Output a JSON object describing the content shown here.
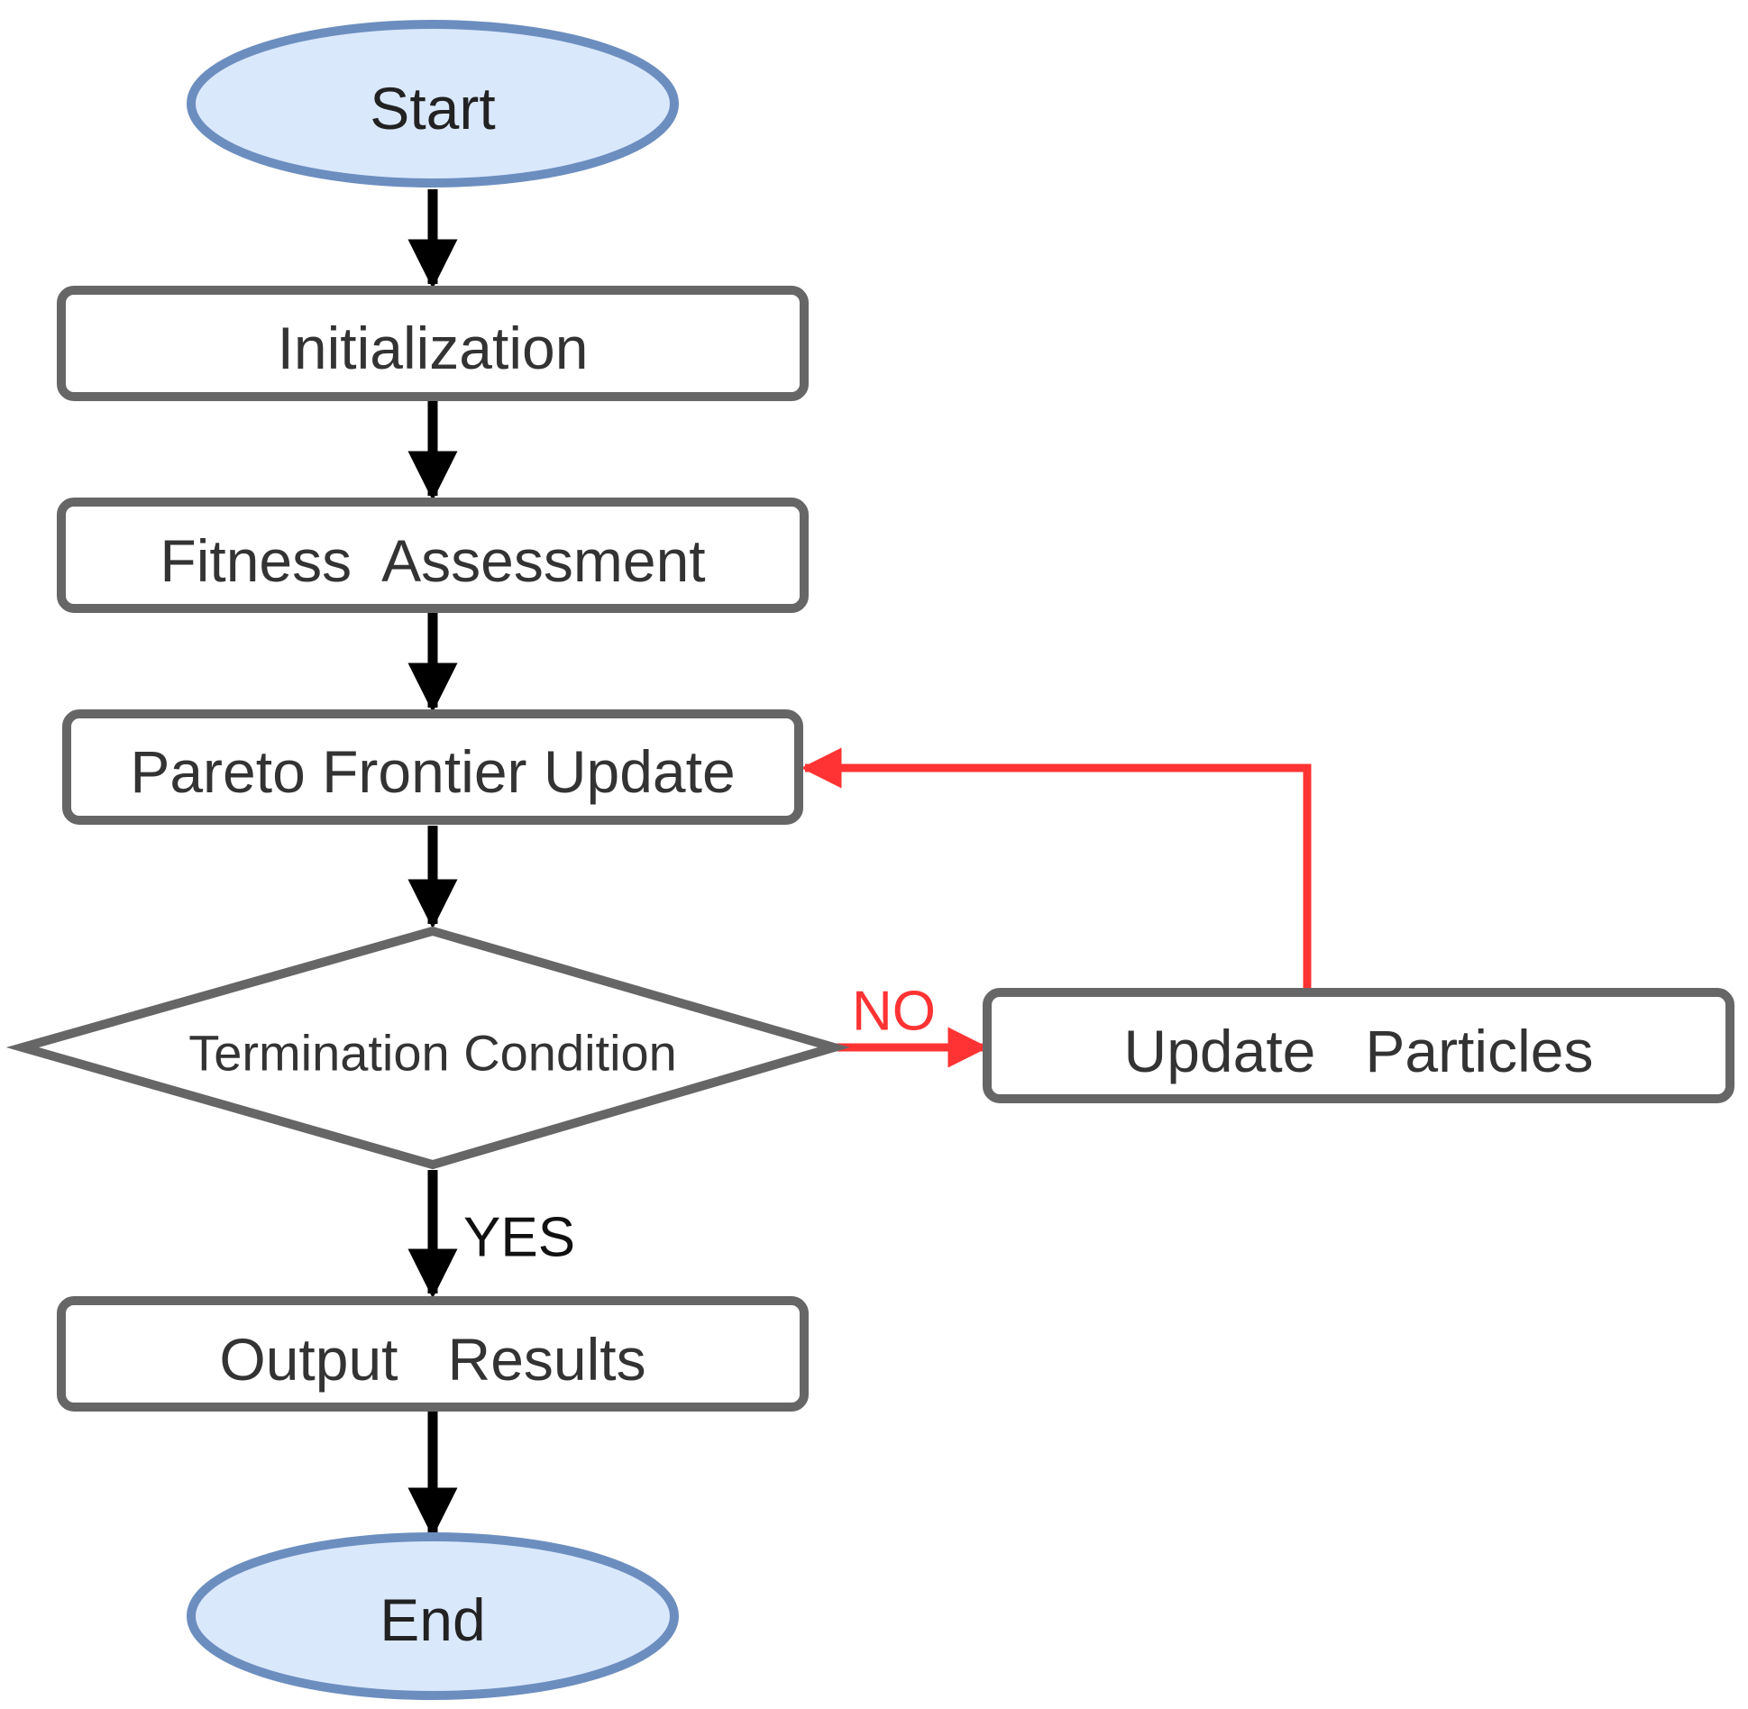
{
  "colors": {
    "terminal_fill": "#dae8fc",
    "terminal_stroke": "#6c8ebf",
    "process_stroke": "#666666",
    "flow_arrow": "#000000",
    "loop_arrow": "#ff3333",
    "text": "#333333"
  },
  "nodes": {
    "start": "Start",
    "initialization": "Initialization",
    "fitness": "Fitness  Assessment",
    "pareto": "Pareto Frontier Update",
    "termination": "Termination Condition",
    "update_particles": "Update   Particles",
    "output": "Output   Results",
    "end": "End"
  },
  "edges": {
    "no_label": "NO",
    "yes_label": "YES"
  }
}
